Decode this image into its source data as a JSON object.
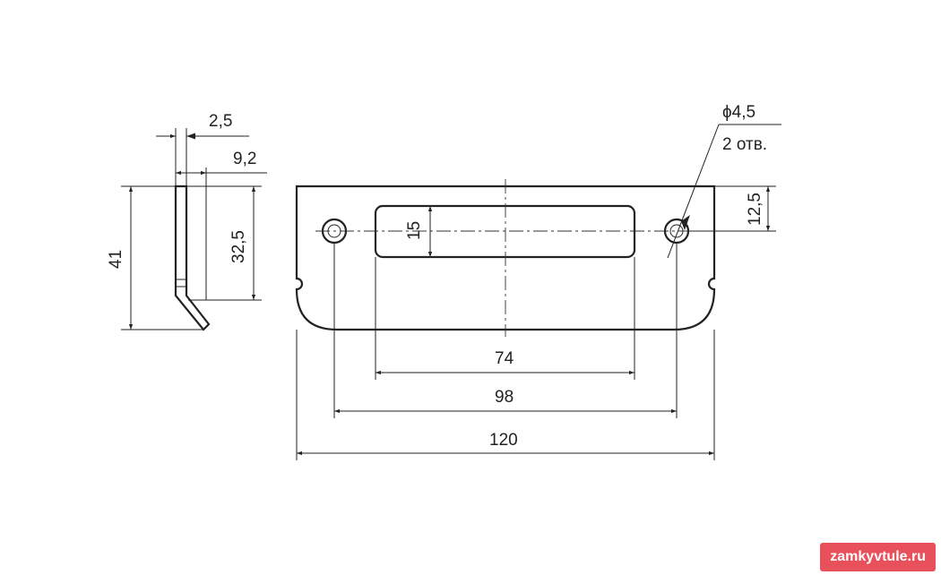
{
  "dimensions": {
    "thickness": "2,5",
    "lip_offset": "9,2",
    "side_height": "32,5",
    "total_height": "41",
    "hole_diameter": "ϕ4,5",
    "hole_count": "2 отв.",
    "hole_offset": "12,5",
    "slot_height": "15",
    "slot_width": "74",
    "hole_spacing": "98",
    "overall_width": "120"
  },
  "watermark": {
    "text": "zamkyvtule.ru"
  },
  "colors": {
    "line": "#222222",
    "watermark_bg": "#e8505b"
  }
}
